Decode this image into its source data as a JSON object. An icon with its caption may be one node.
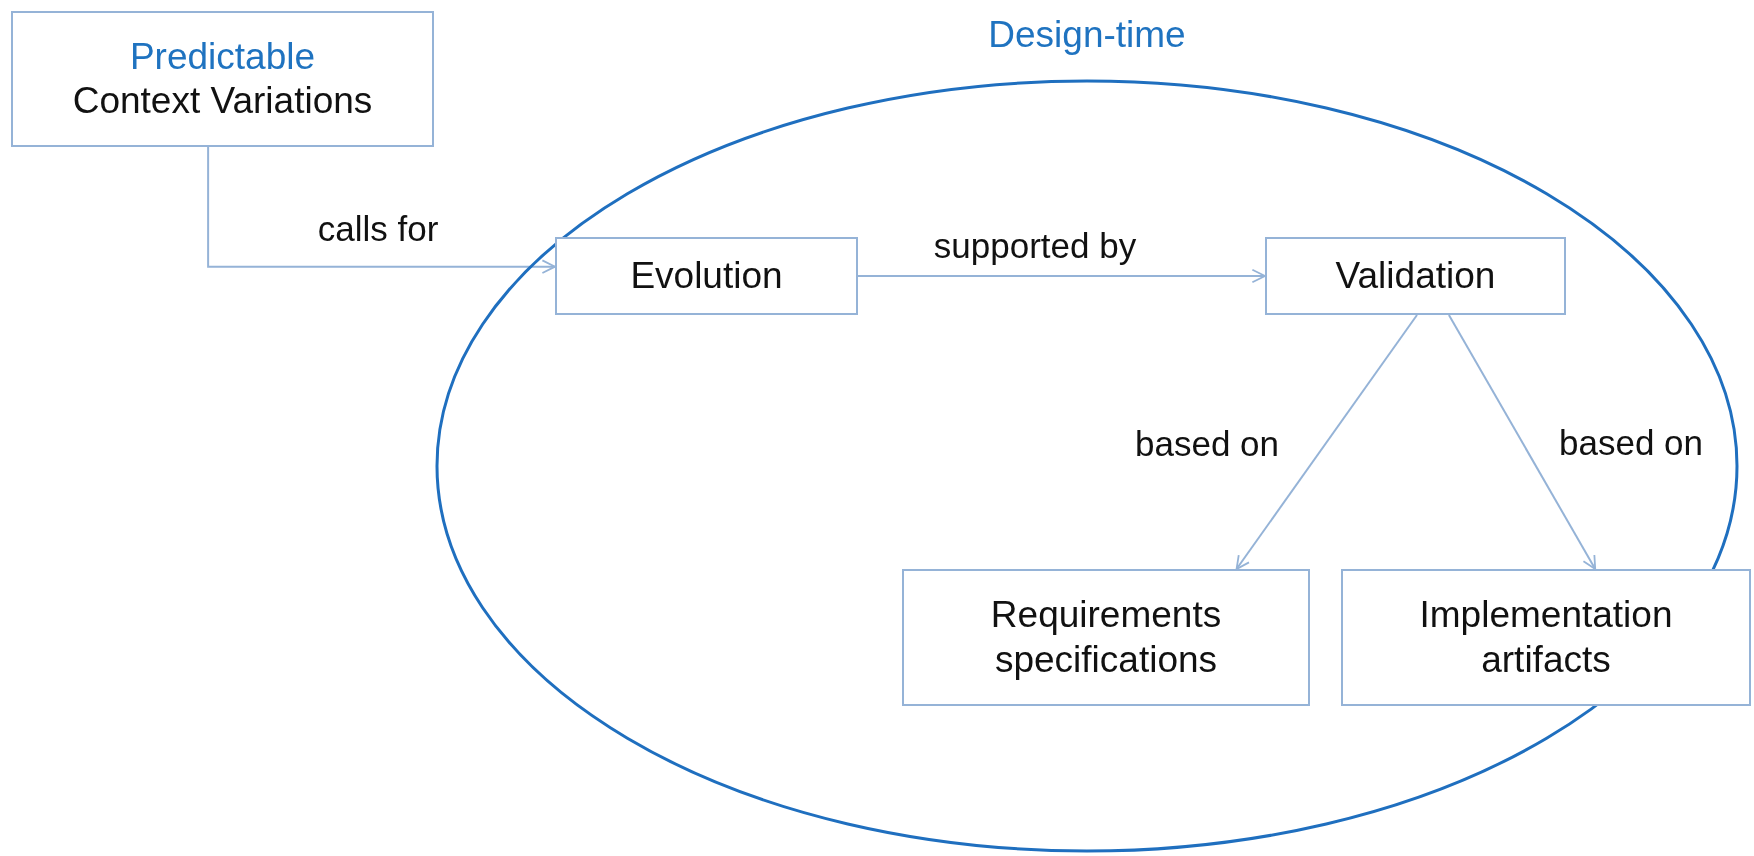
{
  "diagram": {
    "nodes": [
      {
        "text": [
          "Predictable",
          "Context Variations"
        ]
      },
      {
        "text": [
          "Design-time"
        ]
      },
      {
        "text": [
          "Evolution"
        ],
        "in": 1
      },
      {
        "text": [
          "Validation"
        ],
        "in": 1
      },
      {
        "text": [
          "Requirements specifications"
        ],
        "in": 1
      },
      {
        "text": [
          "Implementation artifacts"
        ],
        "in": 1
      }
    ],
    "edges": [
      {
        "from": 0,
        "to": 2,
        "arrow": "to",
        "label": "calls for"
      },
      {
        "from": 2,
        "to": 3,
        "arrow": "to",
        "label": "supported by"
      },
      {
        "from": 3,
        "to": 4,
        "arrow": "to",
        "label": "based on"
      },
      {
        "from": 3,
        "to": 5,
        "arrow": "to",
        "label": "based on"
      }
    ]
  }
}
